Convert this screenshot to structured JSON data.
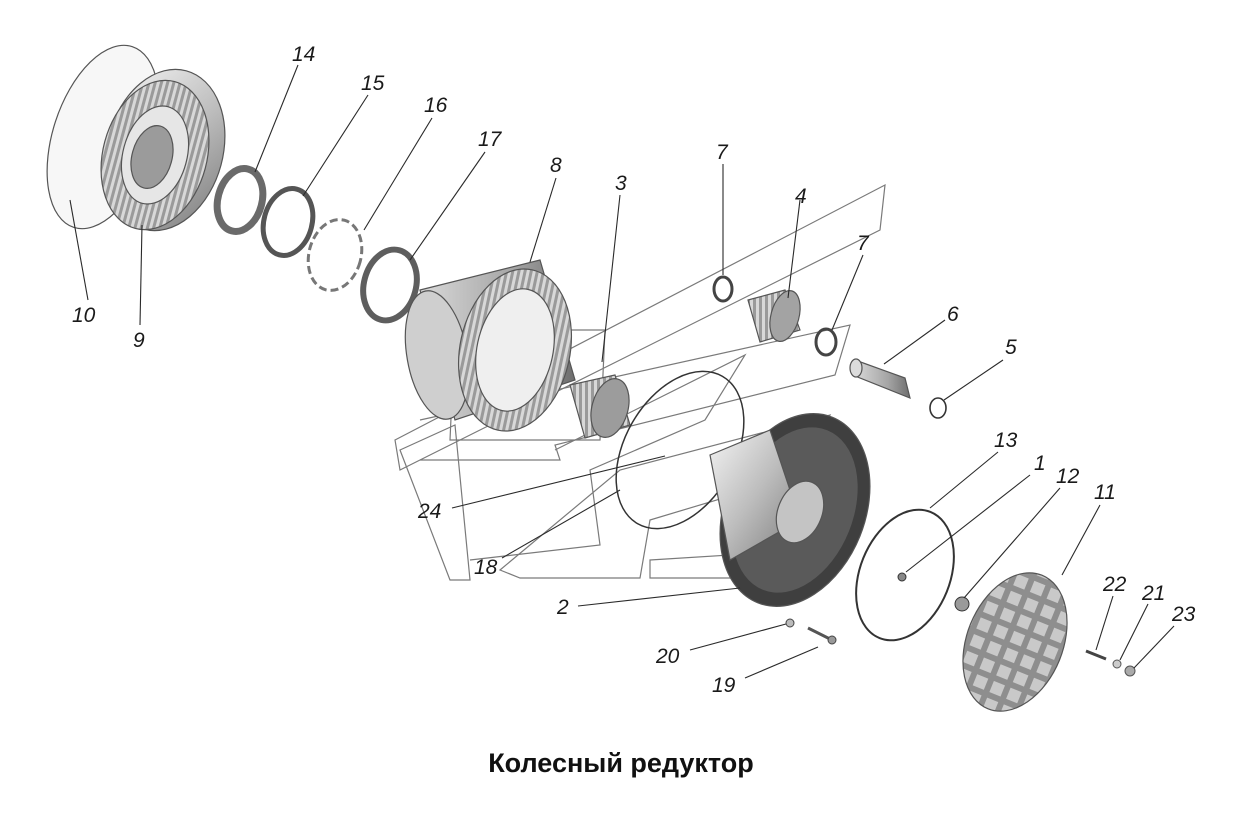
{
  "caption": "Колесный редуктор",
  "callouts": {
    "n1": "1",
    "n2": "2",
    "n3": "3",
    "n4": "4",
    "n5": "5",
    "n6": "6",
    "n7a": "7",
    "n7b": "7",
    "n8": "8",
    "n9": "9",
    "n10": "10",
    "n11": "11",
    "n12": "12",
    "n13": "13",
    "n14": "14",
    "n15": "15",
    "n16": "16",
    "n17": "17",
    "n18": "18",
    "n19": "19",
    "n20": "20",
    "n21": "21",
    "n22": "22",
    "n23": "23",
    "n24": "24"
  }
}
